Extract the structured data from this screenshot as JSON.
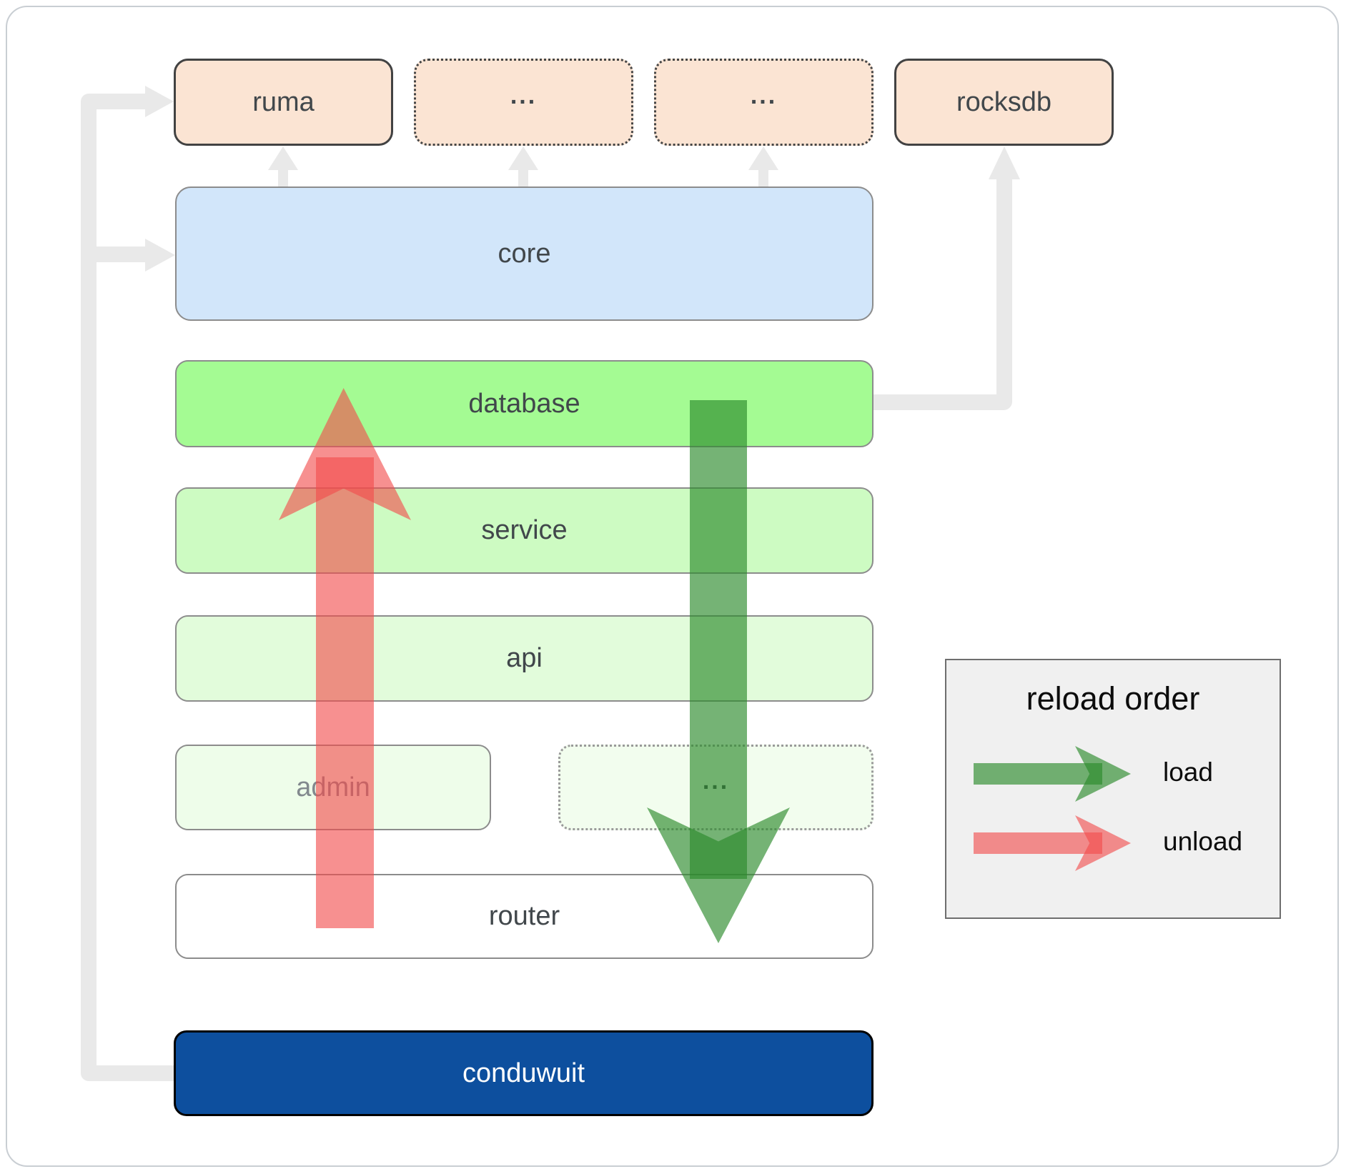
{
  "nodes": {
    "ruma": "ruma",
    "dep_ellipsis_1": "...",
    "dep_ellipsis_2": "...",
    "rocksdb": "rocksdb",
    "core": "core",
    "database": "database",
    "service": "service",
    "api": "api",
    "admin": "admin",
    "crate_ellipsis": "...",
    "router": "router",
    "conduwuit": "conduwuit"
  },
  "legend": {
    "title": "reload order",
    "load_label": "load",
    "unload_label": "unload"
  },
  "colors": {
    "dependency_fill": "#fbe4d3",
    "core_fill": "#d2e6fa",
    "database_fill": "#a4fb93",
    "service_fill": "#cdfbc2",
    "api_fill": "#e2fcdb",
    "admin_fill": "#eefdea",
    "router_fill": "#ffffff",
    "conduwuit_fill": "#0d4f9e",
    "load_arrow_green": "#2b8a2b",
    "unload_arrow_red": "#f24c4c",
    "connector_gray": "#e9e9e9",
    "legend_bg": "#f0f0f0"
  }
}
